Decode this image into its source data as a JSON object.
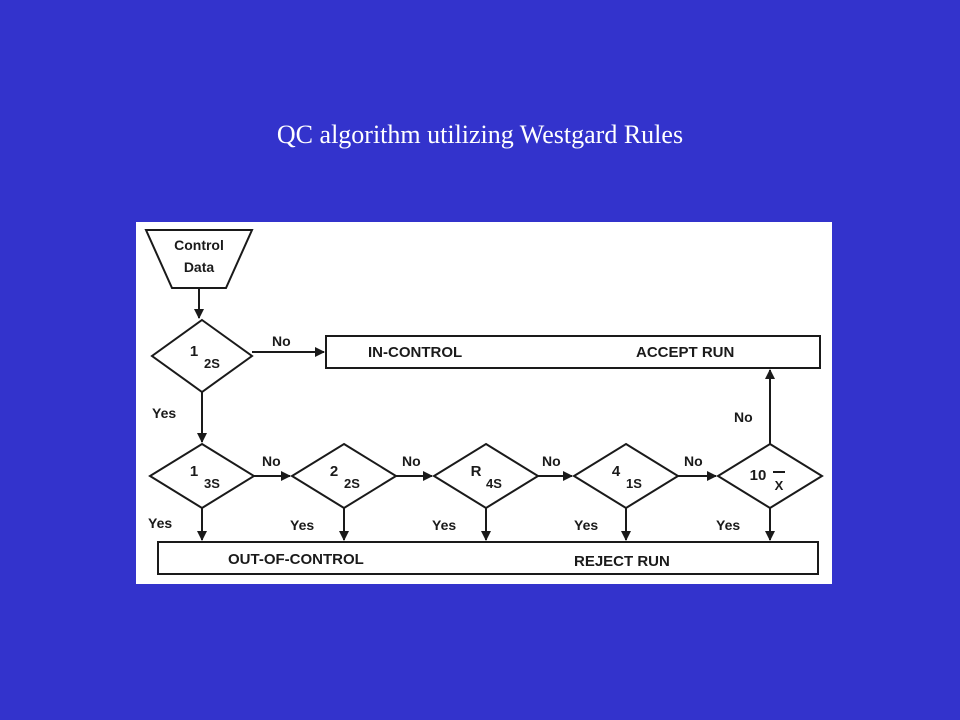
{
  "slide": {
    "title": "QC algorithm utilizing Westgard Rules"
  },
  "colors": {
    "background": "#3333CC",
    "title": "#FFFFFF",
    "figure_bg": "#FFFFFF",
    "ink": "#1a1a1a"
  },
  "flowchart": {
    "start": {
      "line1": "Control",
      "line2": "Data"
    },
    "rules": [
      {
        "main": "1",
        "sub": "2S"
      },
      {
        "main": "1",
        "sub": "3S"
      },
      {
        "main": "2",
        "sub": "2S"
      },
      {
        "main": "R",
        "sub": "4S"
      },
      {
        "main": "4",
        "sub": "1S"
      },
      {
        "main": "10",
        "sub": "X"
      }
    ],
    "accept_box": {
      "left": "IN-CONTROL",
      "right": "ACCEPT RUN"
    },
    "reject_box": {
      "left": "OUT-OF-CONTROL",
      "right": "REJECT RUN"
    },
    "edge_labels": {
      "no": "No",
      "yes": "Yes"
    }
  }
}
